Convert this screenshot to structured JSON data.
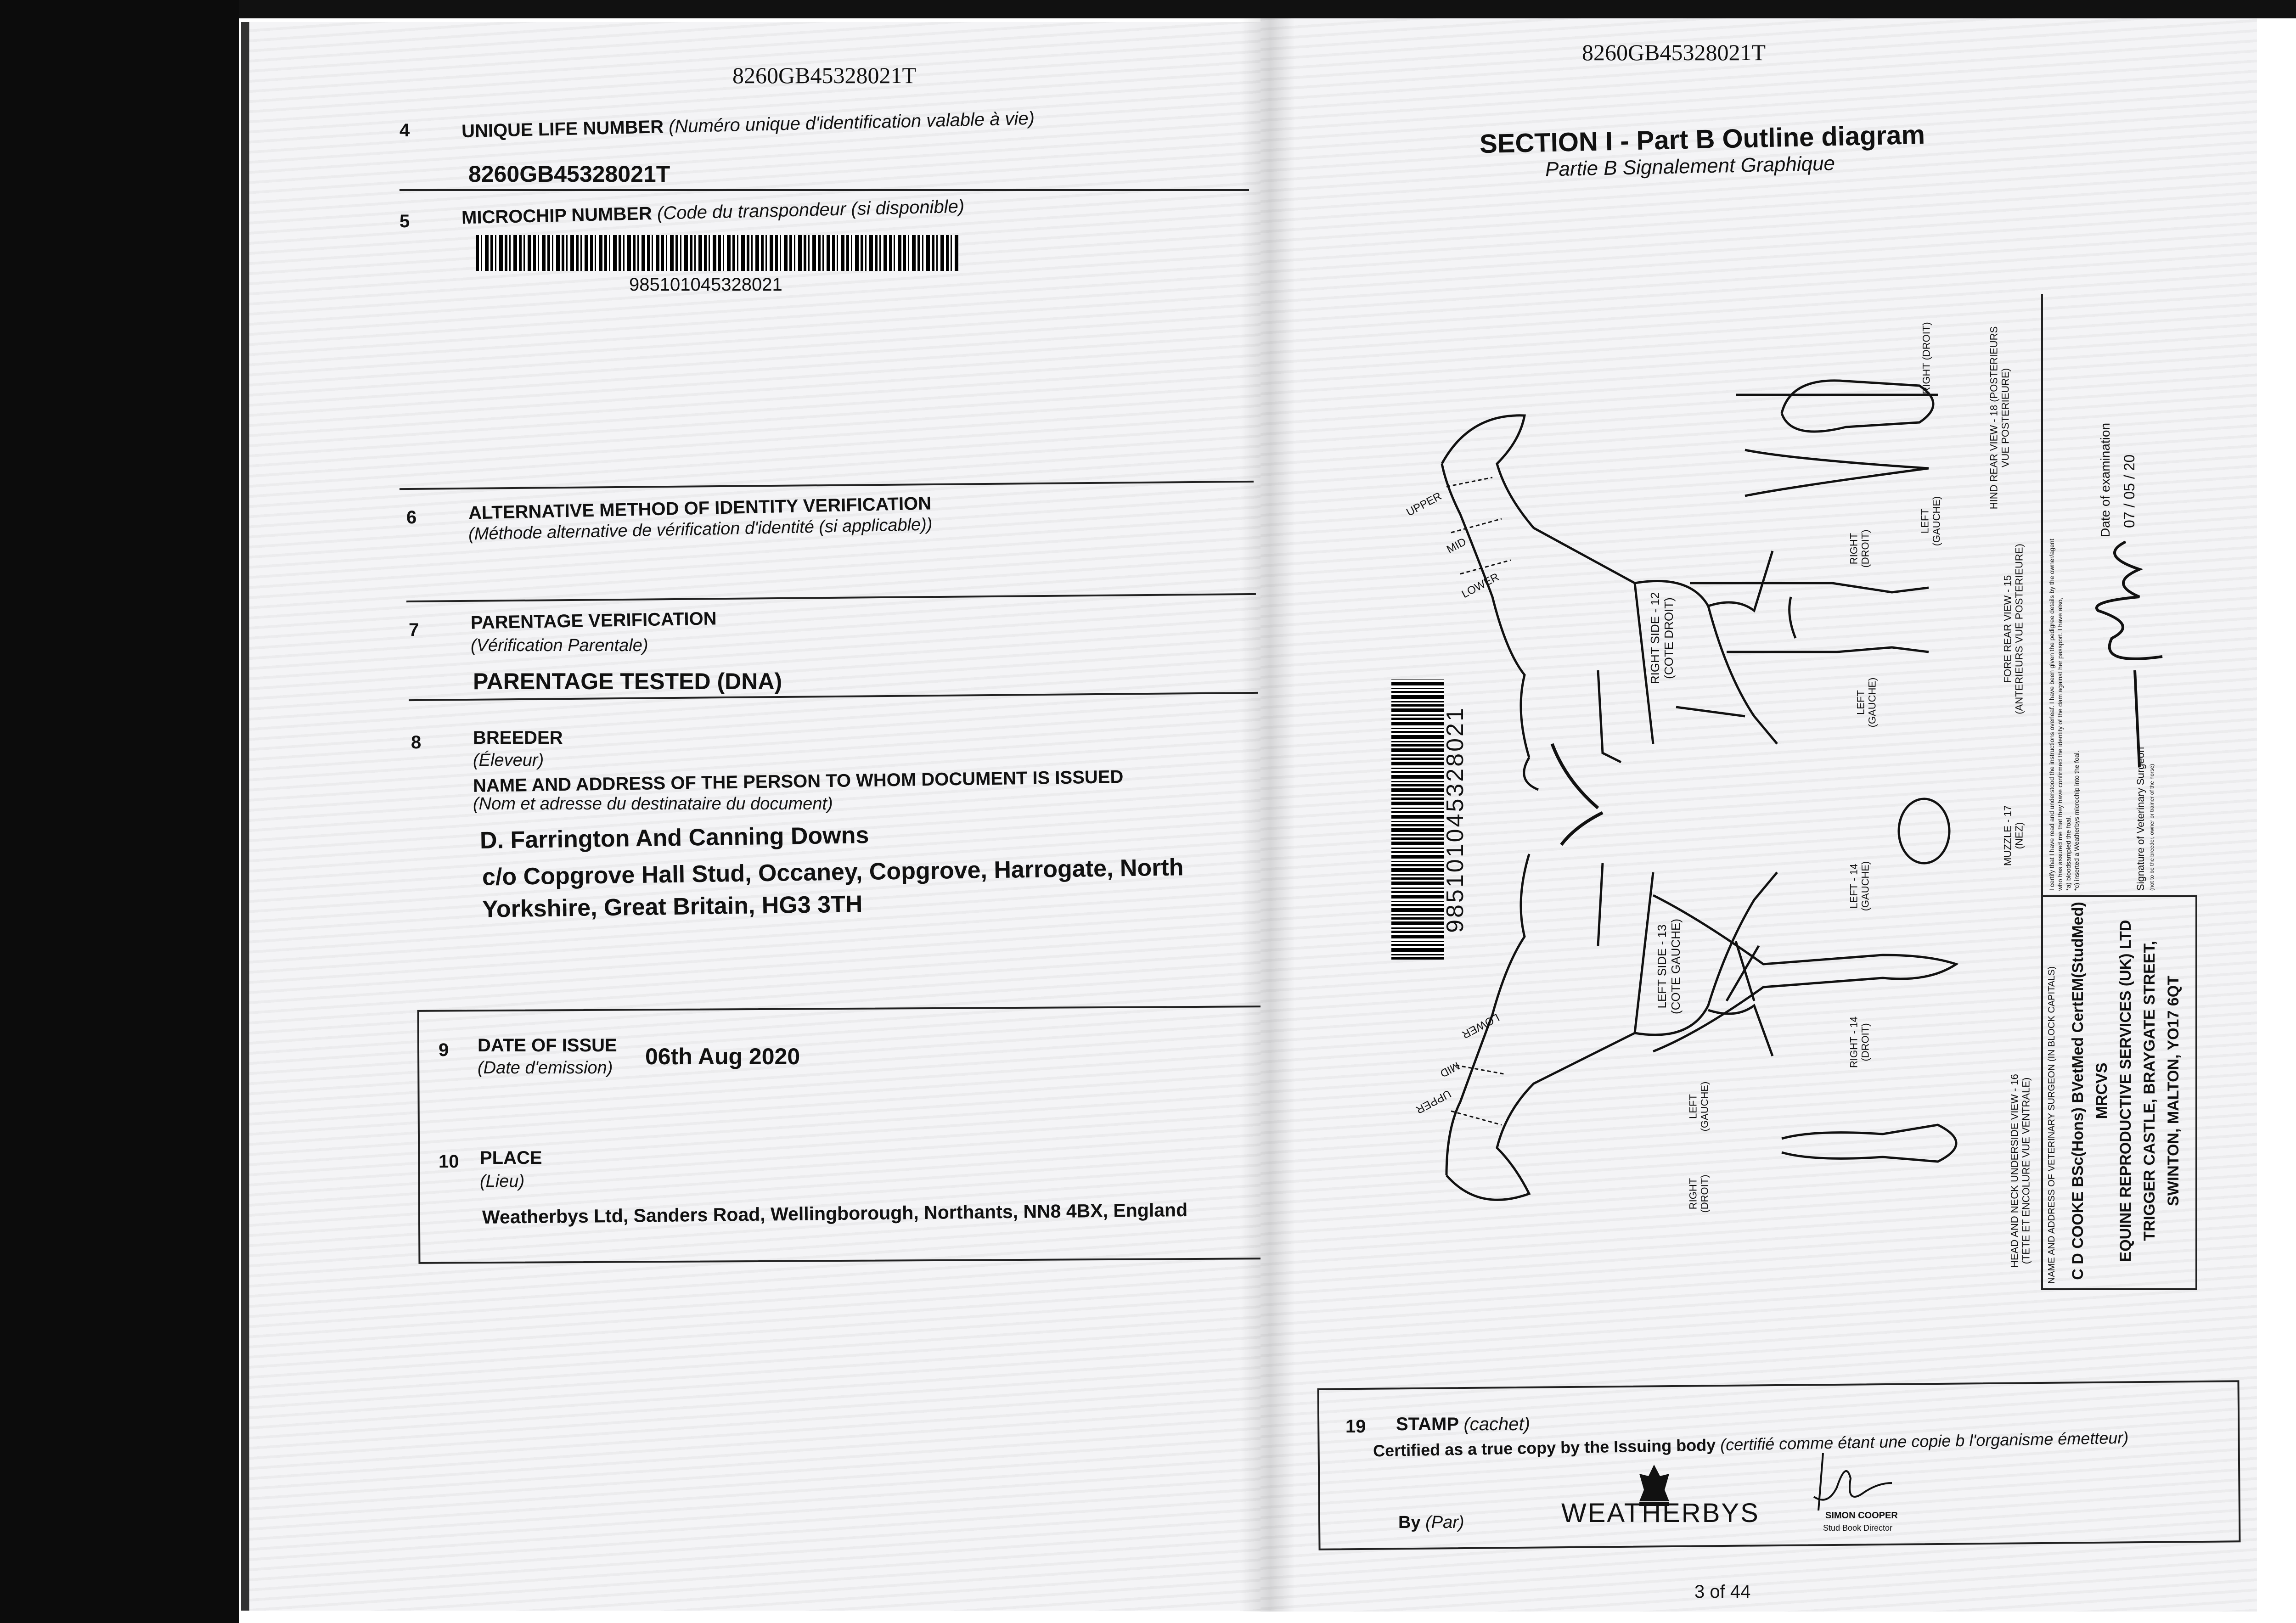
{
  "left_page": {
    "header_id": "8260GB45328021T",
    "s4": {
      "num": "4",
      "label": "UNIQUE LIFE NUMBER",
      "label_fr": "(Numéro unique d'identification valable à vie)",
      "value": "8260GB45328021T"
    },
    "s5": {
      "num": "5",
      "label": "MICROCHIP NUMBER",
      "label_fr": "(Code du transpondeur (si disponible)",
      "value": "985101045328021"
    },
    "s6": {
      "num": "6",
      "label": "ALTERNATIVE METHOD OF IDENTITY VERIFICATION",
      "label_fr": "(Méthode alternative de vérification d'identité (si applicable))"
    },
    "s7": {
      "num": "7",
      "label": "PARENTAGE VERIFICATION",
      "label_fr": "(Vérification Parentale)",
      "value": "PARENTAGE TESTED (DNA)"
    },
    "s8": {
      "num": "8",
      "label": "BREEDER",
      "label_fr": "(Éleveur)",
      "label2": "NAME AND ADDRESS OF THE PERSON TO WHOM DOCUMENT IS ISSUED",
      "label2_fr": "(Nom et adresse du destinataire du document)",
      "lines": [
        "D. Farrington And Canning Downs",
        "c/o Copgrove Hall Stud, Occaney, Copgrove, Harrogate, North",
        "Yorkshire, Great Britain, HG3 3TH"
      ]
    },
    "s9": {
      "num": "9",
      "label": "DATE OF ISSUE",
      "label_fr": "(Date d'emission)",
      "value": "06th Aug 2020"
    },
    "s10": {
      "num": "10",
      "label": "PLACE",
      "label_fr": "(Lieu)",
      "value": "Weatherbys Ltd, Sanders Road, Wellingborough, Northants, NN8 4BX, England"
    }
  },
  "right_page": {
    "header_id": "8260GB45328021T",
    "title": "SECTION I - Part B Outline diagram",
    "subtitle": "Partie B Signalement Graphique",
    "barcode_number": "985101045328021",
    "diagram_labels": {
      "hind_right": "RIGHT\n(DROIT)",
      "hind_view": "HIND REAR VIEW - 18 (POSTERIEURS\nVUE POSTERIEURE)",
      "hind_left": "LEFT\n(GAUCHE)",
      "fore_right": "RIGHT\n(DROIT)",
      "fore_view": "FORE REAR VIEW - 15\n(ANTERIEURS VUE POSTERIEURE)",
      "fore_left": "LEFT\n(GAUCHE)",
      "right_side": "RIGHT SIDE - 12\n(COTE DROIT)",
      "muzzle": "MUZZLE - 17\n(NEZ)",
      "left_14": "LEFT - 14\n(GAUCHE)",
      "left_side": "LEFT SIDE - 13\n(COTE GAUCHE)",
      "right_14": "RIGHT - 14\n(DROIT)",
      "head_view": "HEAD AND NECK UNDERSIDE VIEW - 16\n(TETE ET ENCOLURE VUE VENTRALE)",
      "head_left": "LEFT\n(GAUCHE)",
      "head_right": "RIGHT\n(DROIT)",
      "upper": "UPPER",
      "mid": "MID",
      "lower": "LOWER"
    },
    "vet": {
      "name_label": "NAME AND ADDRESS OF VETERINARY SURGEON (IN BLOCK CAPITALS)",
      "lines": [
        "C D COOKE BSc(Hons) BVetMed CertEM(StudMed)",
        "MRCVS",
        "EQUINE REPRODUCTIVE SERVICES (UK) LTD",
        "TRIGGER CASTLE, BRAYGATE STREET,",
        "SWINTON, MALTON, YO17 6QT"
      ],
      "cert_lines": [
        "I certify that I have read and understood the instructions overleaf. I have been given the pedigree details by the owner/agent",
        "who has assured me that they have confirmed the identity of the dam against her passport. I have also,",
        "*a) bloodsampled the foal,",
        "*c) inserted a Weatherbys microchip into the foal."
      ],
      "signature_label": "Signature of Veterinary Surgeon",
      "signature_note": "(not to be the breeder, owner or trainer of the horse)",
      "date_label": "Date of examination",
      "date_value": "07 / 05 / 20"
    },
    "stamp": {
      "num": "19",
      "label": "STAMP",
      "label_fr": "(cachet)",
      "certified": "Certified as a true copy by the Issuing body",
      "certified_fr": "(certifié comme étant une copie b l'organisme émetteur)",
      "by": "By",
      "by_fr": "(Par)",
      "logo_text": "WEATHERBYS",
      "signatory": "SIMON COOPER",
      "signatory_title": "Stud Book Director"
    },
    "page_number": "3 of 44"
  }
}
